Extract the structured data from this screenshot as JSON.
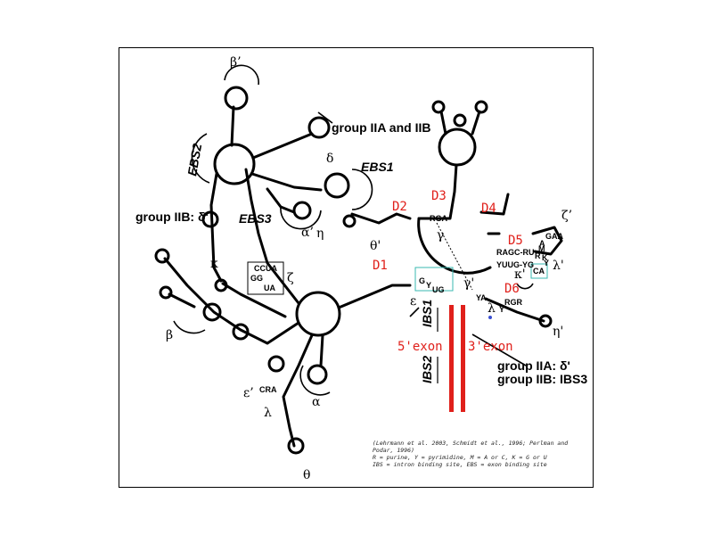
{
  "labels": {
    "beta_prime": "β’",
    "group_iia_iib": "group IIA and IIB",
    "ebs2": "EBS2",
    "ebs1": "EBS1",
    "delta": "δ",
    "group_iib_delta": "group IIB: δ'",
    "ebs3": "EBS3",
    "alpha_prime": "α’",
    "kappa": "κ",
    "zeta": "ζ",
    "beta": "β",
    "epsilon_prime": "ε’",
    "lambda": "λ",
    "alpha": "α",
    "theta": "θ",
    "eta": "η",
    "theta_prime": "θ'",
    "gamma": "γ",
    "gamma_prime": "γ'",
    "epsilon": "ε",
    "zeta_prime": "ζ’",
    "lambda_prime": "λ'",
    "kappa_prime": "κ'",
    "lambda_small": "λ",
    "eta_prime": "η'",
    "ibs1": "IBS1",
    "ibs2": "IBS2",
    "group_iia_delta": "group IIA: δ'",
    "group_iib_ibs3": "group IIB: IBS3"
  },
  "domains": {
    "d1": "D1",
    "d2": "D2",
    "d3": "D3",
    "d4": "D4",
    "d5": "D5",
    "d6": "D6"
  },
  "exons": {
    "five": "5'exon",
    "three": "3'exon"
  },
  "bases": {
    "ccua": "CCUA",
    "gg": "GG",
    "ua": "UA",
    "rga": "RGA",
    "gyg": "G",
    "y1": "Y",
    "ug": "UG",
    "ya": "YA",
    "ragc": "RAGC-RU",
    "yuug": "YUUG-YG",
    "ca": "CA",
    "rgr": "RGR",
    "y2": "Y",
    "cra": "CRA",
    "gaaa": "GAA",
    "r2": "R",
    "m": "M",
    "k": "K",
    "a2": "A",
    "y3": "Y"
  },
  "notes": {
    "line1": "(Lehrmann et al. 2003, Schmidt et al., 1996; Perlman and",
    "line2": "Podar, 1996)",
    "line3": "R = purine, Y = pyrimidine, M = A or C, K = G or U",
    "line4": "IBS = intron binding site, EBS = exon binding site"
  },
  "colors": {
    "domain": "#e0201b",
    "exon_bar": "#e0201b",
    "teal": "#39b9b0",
    "blue_dot": "#3a4fd1"
  }
}
